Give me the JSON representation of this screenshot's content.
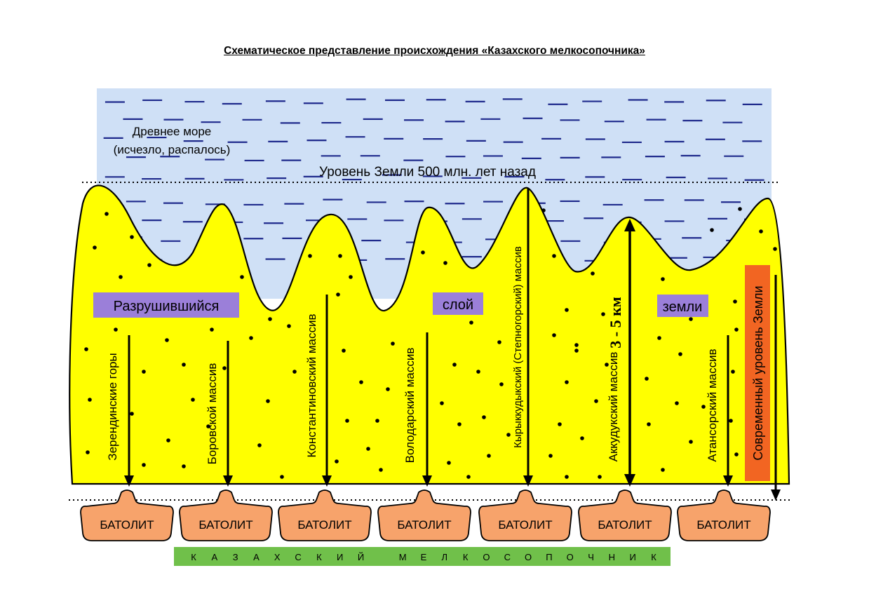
{
  "title": "Схематическое представление происхождения «Казахского мелкосопочника»",
  "sea_label": [
    "Древнее море",
    "(исчезло, распалось)"
  ],
  "ancient_level_label": "Уровень Земли 500 млн. лет назад",
  "destroyed_layer_words": [
    "Разрушившийся",
    "слой",
    "земли"
  ],
  "height_label": "3 - 5 км",
  "current_level_label": "Современный уровень Земли",
  "massifs": [
    "Зерендинские горы",
    "Боровской массив",
    "Константиновский массив",
    "Володарский массив",
    "Кырыккудыкский (Степногорский) массив",
    "Аккудукский массив",
    "Атансорский массив"
  ],
  "batholith_label": "БАТОЛИТ",
  "batholith_count": 7,
  "bottom_banner": "КАЗАХСКИЙ МЕЛКОСОПОЧНИК",
  "colors": {
    "sea": "#cfe0f6",
    "sea_dash": "#1f2a8c",
    "land": "#ffff00",
    "batholith": "#f7a36b",
    "label_box": "#9b7fd9",
    "current_level_box": "#f26522",
    "banner": "#70c04a"
  }
}
